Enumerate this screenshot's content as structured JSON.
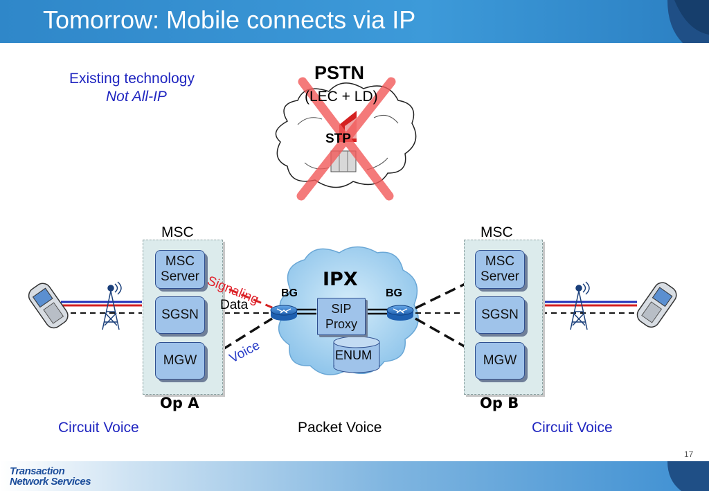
{
  "slide": {
    "title": "Tomorrow: Mobile connects via IP",
    "page_number": "17",
    "footer_logo_line1": "Transaction",
    "footer_logo_line2": "Network Services"
  },
  "pstn": {
    "note_line1": "Existing technology",
    "note_line2": "Not All-IP",
    "title": "PSTN",
    "subtitle": "(LEC + LD)",
    "stp_label": "STP"
  },
  "operator_a": {
    "msc_label": "MSC",
    "msc_server": "MSC Server",
    "sgsn": "SGSN",
    "mgw": "MGW",
    "name": "Op A"
  },
  "operator_b": {
    "msc_label": "MSC",
    "msc_server": "MSC Server",
    "sgsn": "SGSN",
    "mgw": "MGW",
    "name": "Op B"
  },
  "ipx": {
    "title": "IPX",
    "bg_left": "BG",
    "bg_right": "BG",
    "sip_proxy": "SIP Proxy",
    "enum": "ENUM"
  },
  "links": {
    "signaling": "Signaling",
    "data": "Data",
    "voice": "Voice"
  },
  "captions": {
    "circuit_voice_left": "Circuit Voice",
    "packet_voice": "Packet Voice",
    "circuit_voice_right": "Circuit Voice"
  },
  "colors": {
    "title_bar": "#3d9ad9",
    "signaling": "#e0202a",
    "voice": "#2a3ec8",
    "node_fill": "#9fc3ea",
    "cross": "#f25a5a"
  }
}
